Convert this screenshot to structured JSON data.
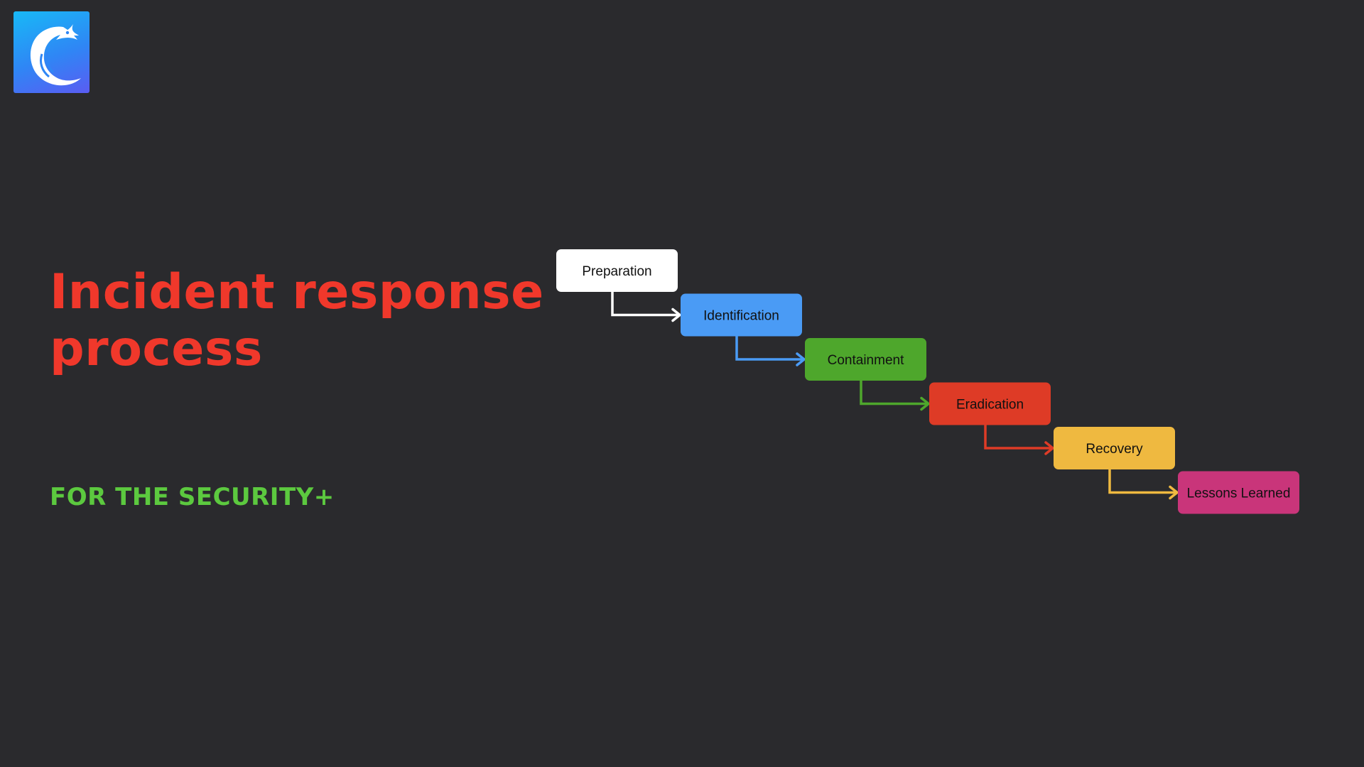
{
  "slide": {
    "title": "Incident response process",
    "subtitle": "FOR THE SECURITY+"
  },
  "colors": {
    "background": "#2a2a2d",
    "title": "#f0382b",
    "subtitle": "#5cc93f",
    "logo_gradient": [
      "#18b9f6",
      "#2f86f5",
      "#5a5cf2"
    ]
  },
  "icons": {
    "logo": "eagle-head-logo-icon"
  },
  "process": {
    "steps": [
      {
        "label": "Preparation",
        "color": "#ffffff"
      },
      {
        "label": "Identification",
        "color": "#4a9bf5"
      },
      {
        "label": "Containment",
        "color": "#4ea72c"
      },
      {
        "label": "Eradication",
        "color": "#de3b26"
      },
      {
        "label": "Recovery",
        "color": "#efb940"
      },
      {
        "label": "Lessons Learned",
        "color": "#c9357a"
      }
    ]
  }
}
